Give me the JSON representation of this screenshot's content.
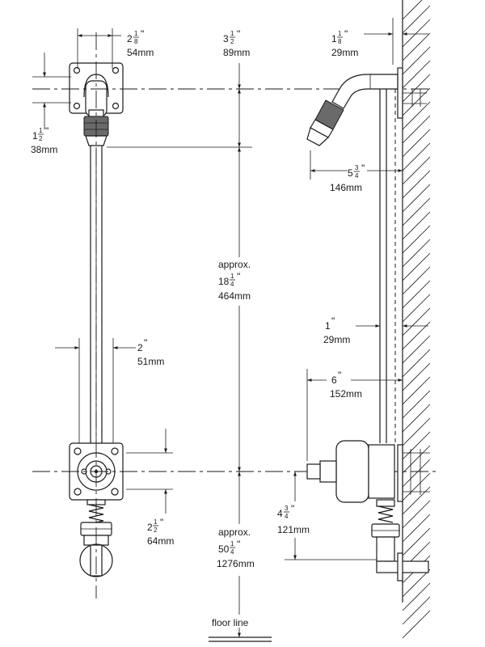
{
  "dims": {
    "flange_width": {
      "whole": "2",
      "num": "1",
      "den": "8",
      "unit": "\"",
      "metric": "54mm"
    },
    "pipe_to_head": {
      "whole": "3",
      "num": "1",
      "den": "2",
      "unit": "\"",
      "metric": "89mm"
    },
    "wall_offset": {
      "whole": "1",
      "num": "1",
      "den": "8",
      "unit": "\"",
      "metric": "29mm"
    },
    "head_height": {
      "whole": "1",
      "num": "1",
      "den": "2",
      "unit": "\"",
      "metric": "38mm"
    },
    "head_projection": {
      "whole": "5",
      "num": "3",
      "den": "4",
      "unit": "\"",
      "metric": "146mm"
    },
    "riser_length": {
      "prefix": "approx.",
      "whole": "18",
      "num": "1",
      "den": "4",
      "unit": "\"",
      "metric": "464mm"
    },
    "pipe_spacing": {
      "whole": "2",
      "unit": "\"",
      "metric": "51mm"
    },
    "pipe_wall": {
      "whole": "1",
      "unit": "\"",
      "metric": "29mm"
    },
    "valve_projection": {
      "whole": "6",
      "unit": "\"",
      "metric": "152mm"
    },
    "valve_to_supply": {
      "whole": "2",
      "num": "1",
      "den": "2",
      "unit": "\"",
      "metric": "64mm"
    },
    "valve_height": {
      "whole": "4",
      "num": "3",
      "den": "4",
      "unit": "\"",
      "metric": "121mm"
    },
    "floor_height": {
      "prefix": "approx.",
      "whole": "50",
      "num": "1",
      "den": "4",
      "unit": "\"",
      "metric": "1276mm"
    }
  },
  "labels": {
    "floor_line": "floor line"
  }
}
